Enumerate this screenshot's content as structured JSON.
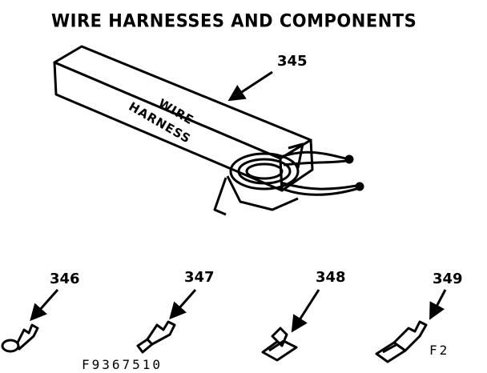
{
  "title": "WIRE HARNESSES AND COMPONENTS",
  "box_label": {
    "line1": "WIRE",
    "line2": "HARNESS"
  },
  "callouts": {
    "harness": "345",
    "ring_terminal": "346",
    "spade_terminal": "347",
    "flag_terminal": "348",
    "insulated_flag_terminal": "349"
  },
  "figure_code": "F9367510",
  "figure_code_2": "F2"
}
